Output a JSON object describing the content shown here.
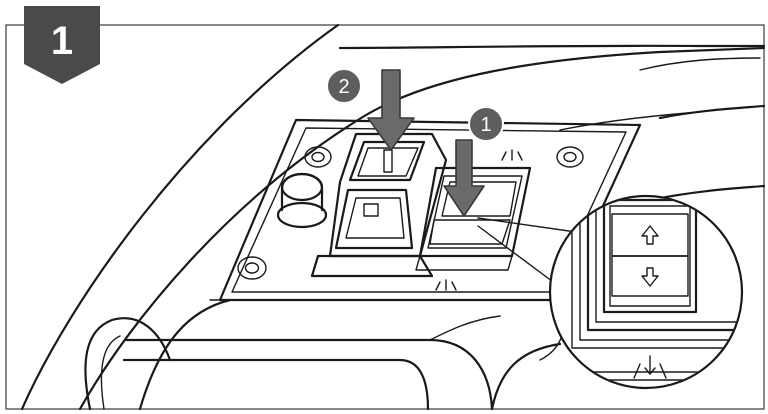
{
  "step": {
    "number": "1"
  },
  "callouts": [
    {
      "number": "2",
      "target": "power-switch"
    },
    {
      "number": "1",
      "target": "direction-switch"
    }
  ],
  "colors": {
    "step_badge": "#4a4a4a",
    "callout_badge": "#5e5e5e",
    "arrow_fill": "#6a6a6a",
    "arrow_stroke": "#3a3a3a",
    "switch_pressed": "#7d7d7d",
    "switch_light": "#e4e4e4",
    "line": "#1a1a1a"
  },
  "icons": [
    "step-badge-icon",
    "press-down-arrow-icon",
    "rocker-up-arrow-icon",
    "rocker-down-arrow-icon",
    "rotation-direction-icon"
  ]
}
